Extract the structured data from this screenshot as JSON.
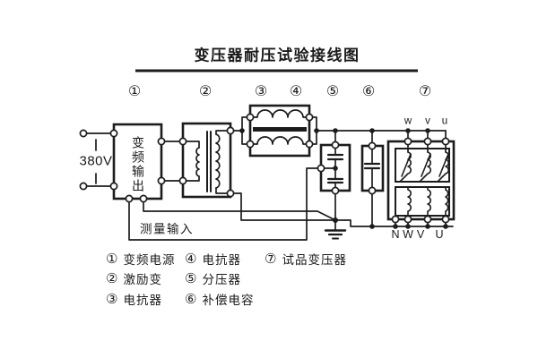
{
  "title": "变压器耐压试验接线图",
  "callouts": [
    "①",
    "②",
    "③",
    "④",
    "⑤",
    "⑥",
    "⑦"
  ],
  "source": {
    "voltage": "380V"
  },
  "boxes": {
    "inverter_label": "变频输出"
  },
  "measurement": {
    "label": "测量输入"
  },
  "terminals": {
    "hv": [
      "w",
      "v",
      "u"
    ],
    "lv": [
      "N",
      "W",
      "V",
      "U"
    ]
  },
  "legend": [
    {
      "num": "①",
      "label": "变频电源"
    },
    {
      "num": "②",
      "label": "激励变"
    },
    {
      "num": "③",
      "label": "电抗器"
    },
    {
      "num": "④",
      "label": "电抗器"
    },
    {
      "num": "⑤",
      "label": "分压器"
    },
    {
      "num": "⑥",
      "label": "补偿电容"
    },
    {
      "num": "⑦",
      "label": "试品变压器"
    }
  ],
  "colors": {
    "line": "#1c1c1c",
    "background": "#ffffff"
  }
}
